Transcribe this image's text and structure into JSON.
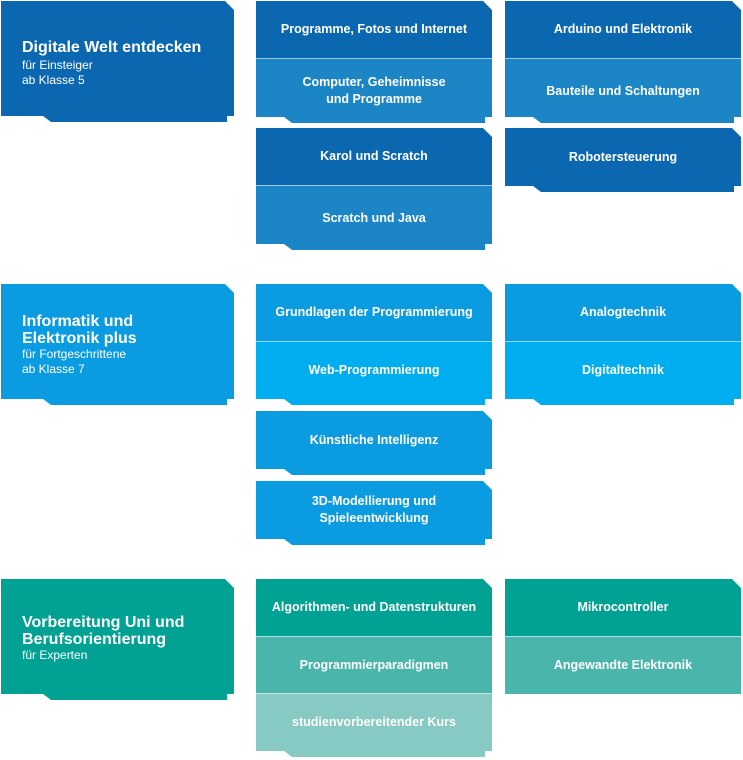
{
  "levels": [
    {
      "title": "Digitale Welt entdecken",
      "subtitle": "für Einsteiger\nab Klasse 5",
      "color": "#0c67b1",
      "groups": [
        {
          "tiles": [
            {
              "label": "Programme, Fotos und Internet",
              "color": "#0c67b1"
            },
            {
              "label": "Computer, Geheimnisse\nund Programme",
              "color": "#1b85c6"
            }
          ]
        },
        {
          "tiles": [
            {
              "label": "Karol und Scratch",
              "color": "#0c67b1"
            },
            {
              "label": "Scratch und Java",
              "color": "#1b85c6"
            }
          ]
        },
        {
          "tiles": [
            {
              "label": "Arduino und Elektronik",
              "color": "#0c67b1"
            },
            {
              "label": "Bauteile und Schaltungen",
              "color": "#1b85c6"
            }
          ]
        },
        {
          "tiles": [
            {
              "label": "Robotersteuerung",
              "color": "#0c67b1"
            }
          ]
        }
      ]
    },
    {
      "title": "Informatik und\nElektronik plus",
      "subtitle": "für Fortgeschrittene\nab Klasse 7",
      "color": "#0b9be0",
      "groups": [
        {
          "tiles": [
            {
              "label": "Grundlagen der Programmierung",
              "color": "#0b9be0"
            },
            {
              "label": "Web-Programmierung",
              "color": "#00aeef"
            }
          ]
        },
        {
          "tiles": [
            {
              "label": "Künstliche Intelligenz",
              "color": "#0b9be0"
            }
          ]
        },
        {
          "tiles": [
            {
              "label": "3D-Modellierung und\nSpieleentwicklung",
              "color": "#0b9be0"
            }
          ]
        },
        {
          "tiles": [
            {
              "label": "Analogtechnik",
              "color": "#0b9be0"
            },
            {
              "label": "Digitaltechnik",
              "color": "#00aeef"
            }
          ]
        }
      ]
    },
    {
      "title": "Vorbereitung Uni und\nBerufsorientierung",
      "subtitle": "für Experten",
      "color": "#01a193",
      "groups": [
        {
          "tiles": [
            {
              "label": "Algorithmen- und Datenstrukturen",
              "color": "#01a193"
            },
            {
              "label": "Programmierparadigmen",
              "color": "#4ab5ab"
            },
            {
              "label": "studienvorbereitender Kurs",
              "color": "#87c9c3"
            }
          ]
        },
        {
          "tiles": [
            {
              "label": "Mikrocontroller",
              "color": "#01a193"
            },
            {
              "label": "Angewandte Elektronik",
              "color": "#4ab5ab"
            }
          ]
        }
      ]
    }
  ]
}
